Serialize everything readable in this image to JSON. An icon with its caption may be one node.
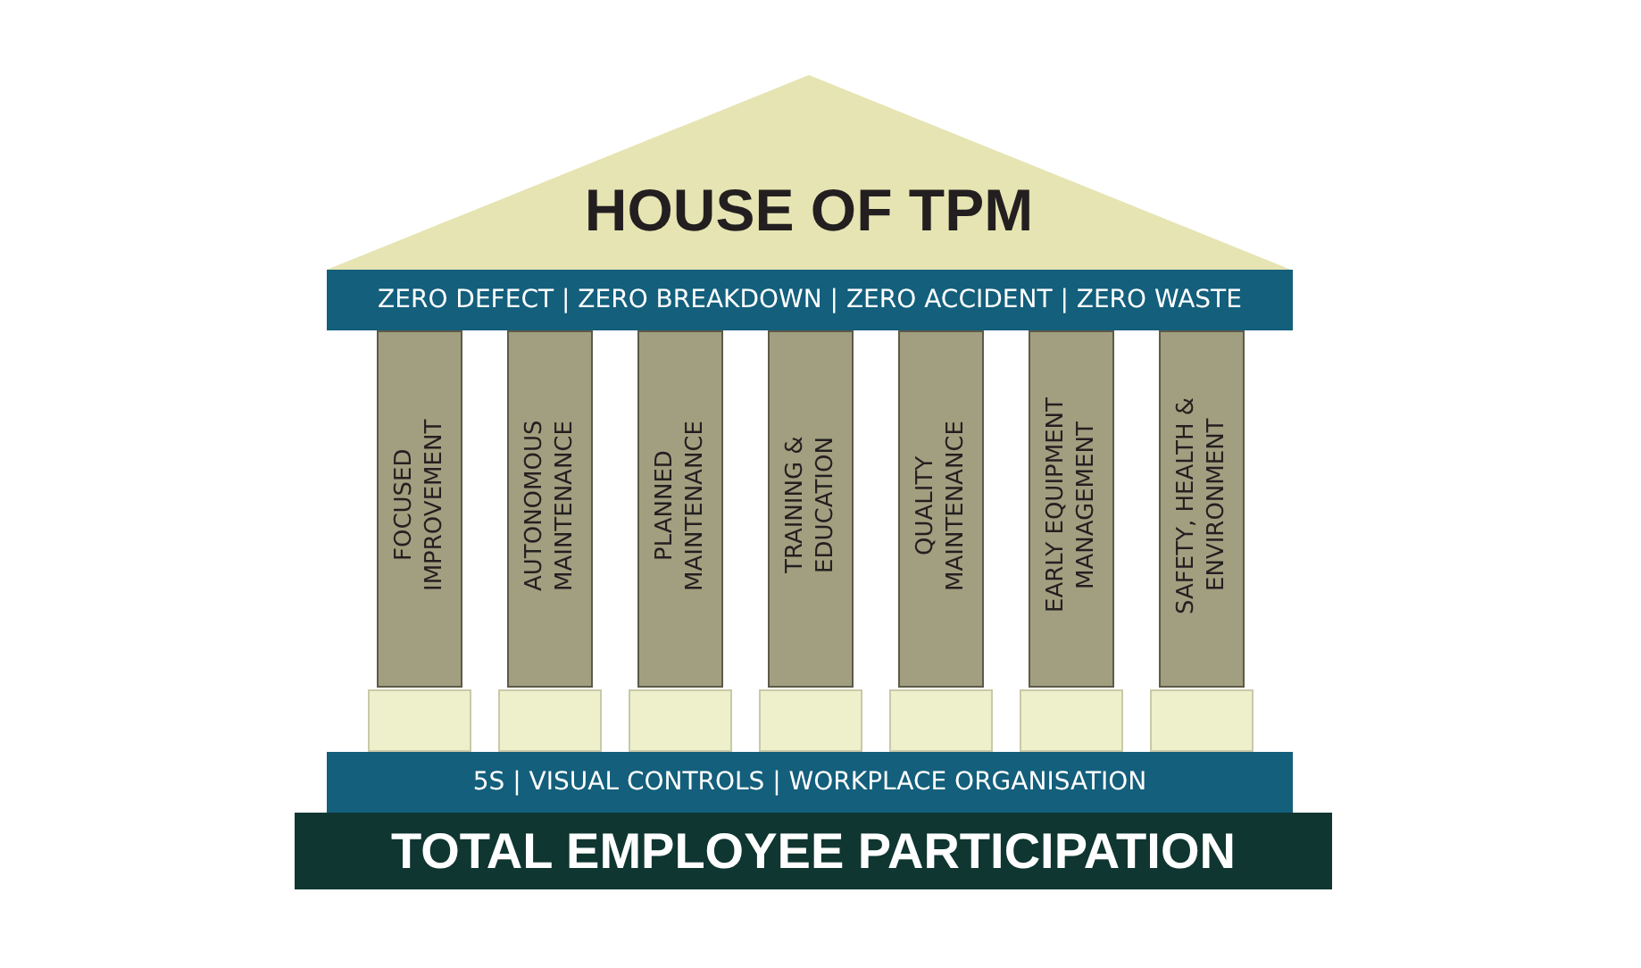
{
  "diagram": {
    "nodes": [
      {
        "text": [
          "HOUSE OF TPM"
        ]
      },
      {
        "text": [
          "ZERO DEFECT | ZERO BREAKDOWN | ZERO ACCIDENT | ZERO WASTE"
        ]
      },
      {
        "text": [
          "FOCUSED IMPROVEMENT"
        ]
      },
      {
        "text": [
          "AUTONOMOUS MAINTENANCE"
        ]
      },
      {
        "text": [
          "PLANNED MAINTENANCE"
        ]
      },
      {
        "text": [
          "TRAINING & EDUCATION"
        ]
      },
      {
        "text": [
          "QUALITY MAINTENANCE"
        ]
      },
      {
        "text": [
          "EARLY EQUIPMENT MANAGEMENT"
        ]
      },
      {
        "text": [
          "SAFETY, HEALTH & ENVIRONMENT"
        ]
      },
      {
        "text": [],
        "shape": "box"
      },
      {
        "text": [],
        "shape": "box"
      },
      {
        "text": [],
        "shape": "box"
      },
      {
        "text": [],
        "shape": "box"
      },
      {
        "text": [],
        "shape": "box"
      },
      {
        "text": [],
        "shape": "box"
      },
      {
        "text": [],
        "shape": "box"
      },
      {
        "text": [
          "5S | VISUAL CONTROLS | WORKPLACE ORGANISATION"
        ]
      },
      {
        "text": [
          "TOTAL EMPLOYEE PARTICIPATION"
        ]
      }
    ]
  }
}
